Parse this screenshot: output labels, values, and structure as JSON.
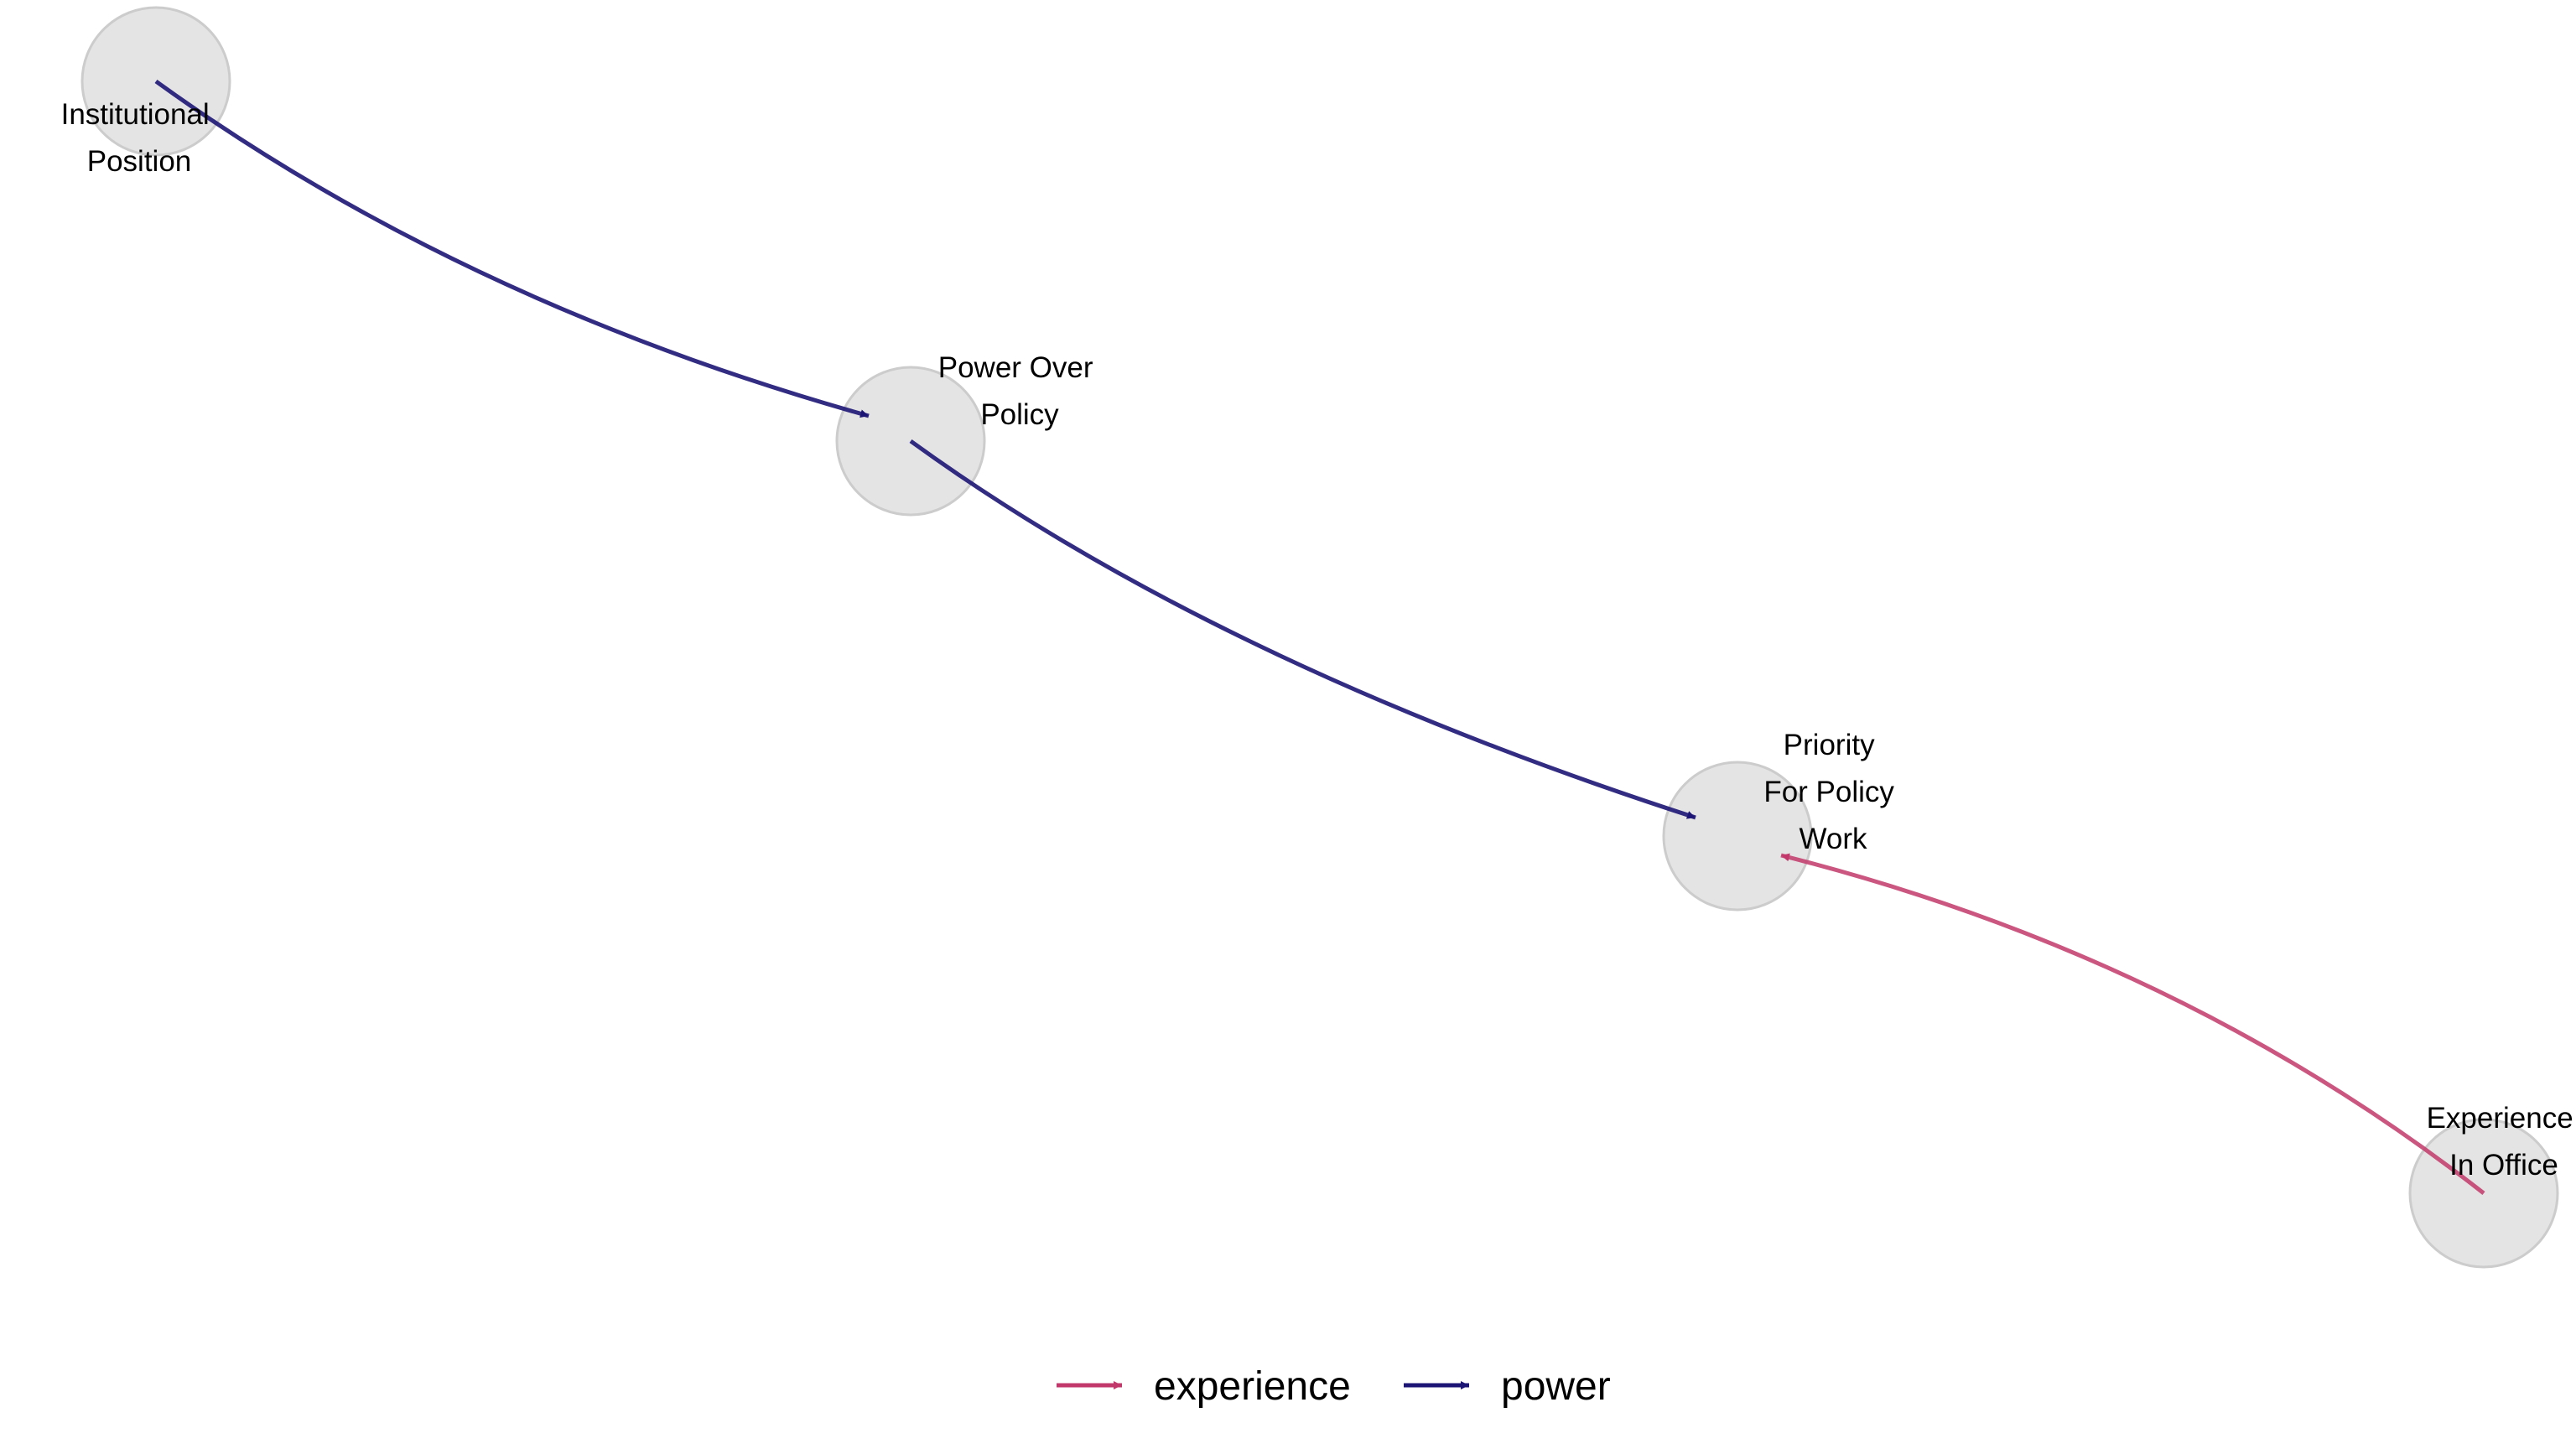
{
  "diagram": {
    "nodes": [
      {
        "id": "institutional_position",
        "label_lines": [
          "Institutional",
          "Position"
        ]
      },
      {
        "id": "power_over_policy",
        "label_lines": [
          "Power Over",
          "Policy"
        ]
      },
      {
        "id": "priority_for_policy_work",
        "label_lines": [
          "Priority",
          "For Policy",
          "Work"
        ]
      },
      {
        "id": "experience_in_office",
        "label_lines": [
          "Experience",
          "In Office"
        ]
      }
    ],
    "edges": [
      {
        "from": "institutional_position",
        "to": "power_over_policy",
        "type": "power"
      },
      {
        "from": "power_over_policy",
        "to": "priority_for_policy_work",
        "type": "power"
      },
      {
        "from": "experience_in_office",
        "to": "priority_for_policy_work",
        "type": "experience"
      }
    ],
    "node_fill": "#e4e4e4",
    "node_stroke": "#cccccc"
  },
  "legend": {
    "items": [
      {
        "key": "experience",
        "label": "experience",
        "color": "#c2386a"
      },
      {
        "key": "power",
        "label": "power",
        "color": "#1d1575"
      }
    ]
  }
}
